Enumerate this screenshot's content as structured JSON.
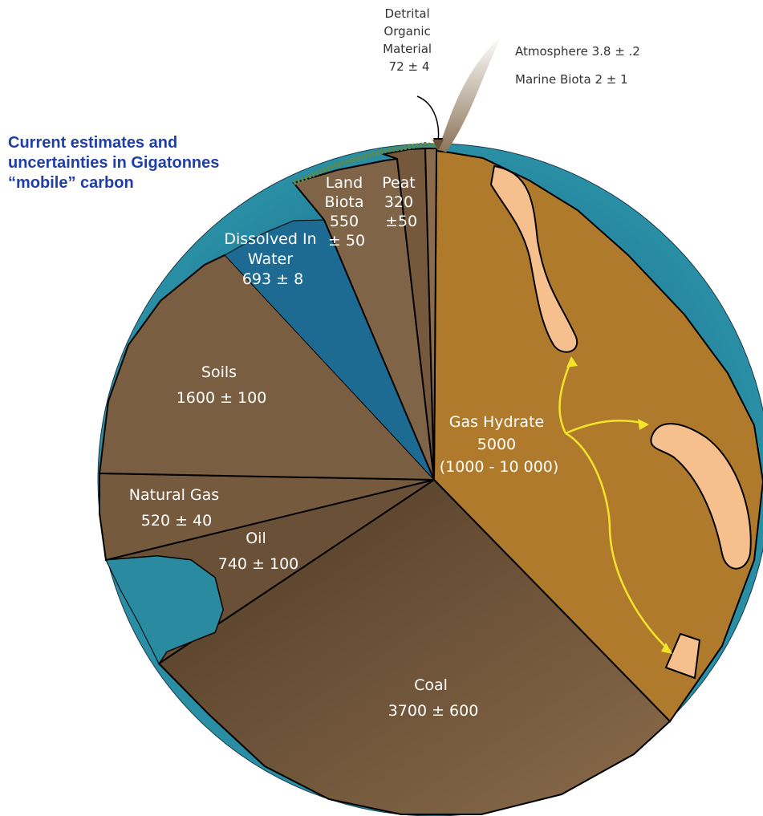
{
  "chart_data": {
    "type": "pie",
    "title": "Current estimates and uncertainties in Gigatonnes “mobile” carbon",
    "title_lines": [
      "Current estimates and",
      "uncertainties in Gigatonnes",
      "“mobile” carbon"
    ],
    "slices": [
      {
        "key": "gas_hydrate",
        "label_lines": [
          "Gas Hydrate",
          "5000",
          "(1000 - 10 000)"
        ],
        "value": 5000,
        "color": "#b07a2c"
      },
      {
        "key": "coal",
        "label_lines": [
          "Coal",
          "3700 ± 600"
        ],
        "value": 3700,
        "color": "#6e5236"
      },
      {
        "key": "oil",
        "label_lines": [
          "Oil",
          "740 ± 100"
        ],
        "value": 740,
        "color": "#6a5037"
      },
      {
        "key": "natural_gas",
        "label_lines": [
          "Natural Gas",
          "520 ± 40"
        ],
        "value": 520,
        "color": "#755a3e"
      },
      {
        "key": "soils",
        "label_lines": [
          "Soils",
          "1600 ± 100"
        ],
        "value": 1600,
        "color": "#7a5e41"
      },
      {
        "key": "dissolved_in_water",
        "label_lines": [
          "Dissolved In",
          "Water",
          "693 ± 8"
        ],
        "value": 693,
        "color": "#1d6b92"
      },
      {
        "key": "land_biota",
        "label_lines": [
          "Land",
          "Biota",
          "550",
          "± 50"
        ],
        "value": 550,
        "color": "#7f6448"
      },
      {
        "key": "peat",
        "label_lines": [
          "Peat",
          "320",
          "±50"
        ],
        "value": 320,
        "color": "#76593d"
      },
      {
        "key": "detrital",
        "label_lines": [
          "Detrital",
          "Organic",
          "Material",
          "72 ± 4"
        ],
        "value": 72,
        "color": "#8a6b4c"
      }
    ],
    "annotations": [
      "Atmosphere 3.8 ± .2",
      "Marine Biota 2 ± 1"
    ],
    "colors": {
      "water_dark": "#0f4e7a",
      "water_light": "#2f9cae",
      "hydrate_deposit": "#f6c08e",
      "arrow": "#f2e42a"
    }
  }
}
